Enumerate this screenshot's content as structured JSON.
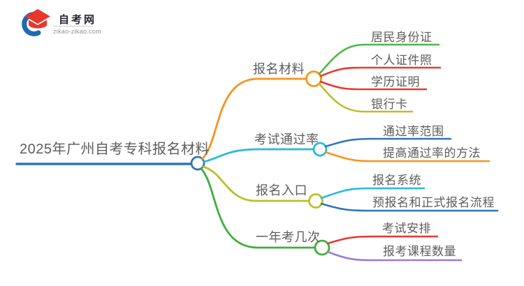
{
  "logo": {
    "site_name": "自考网",
    "site_url": "zikao-zikao.com",
    "icon": "graduation-cap-with-blue-crescent",
    "icon_colors": {
      "cap": "#e8372d",
      "crescent": "#1e6bb0"
    }
  },
  "palette": {
    "root_blue": "#2e75b8",
    "orange": "#f7941e",
    "cyan": "#29b9d8",
    "olive": "#bdbe29",
    "green": "#3fae3b",
    "leaf_green": "#4cb648",
    "red": "#e8392f",
    "purple": "#9e79d6",
    "text_gray": "#5d5d5d"
  },
  "mindmap": {
    "root": {
      "label": "2025年广州自考专科报名材料",
      "color": "#2e75b8"
    },
    "branches": [
      {
        "label": "报名材料",
        "color": "#f7941e",
        "children": [
          {
            "label": "居民身份证",
            "color": "#4cb648"
          },
          {
            "label": "个人证件照",
            "color": "#e8392f"
          },
          {
            "label": "学历证明",
            "color": "#e8392f"
          },
          {
            "label": "银行卡",
            "color": "#bdbe29"
          }
        ]
      },
      {
        "label": "考试通过率",
        "color": "#29b9d8",
        "children": [
          {
            "label": "通过率范围",
            "color": "#2e75b8"
          },
          {
            "label": "提高通过率的方法",
            "color": "#f7941e"
          }
        ]
      },
      {
        "label": "报名入口",
        "color": "#bdbe29",
        "children": [
          {
            "label": "报名系统",
            "color": "#29b9d8"
          },
          {
            "label": "预报名和正式报名流程",
            "color": "#2e75b8"
          }
        ]
      },
      {
        "label": "一年考几次",
        "color": "#3fae3b",
        "children": [
          {
            "label": "考试安排",
            "color": "#e8392f"
          },
          {
            "label": "报考课程数量",
            "color": "#9e79d6"
          }
        ]
      }
    ]
  }
}
